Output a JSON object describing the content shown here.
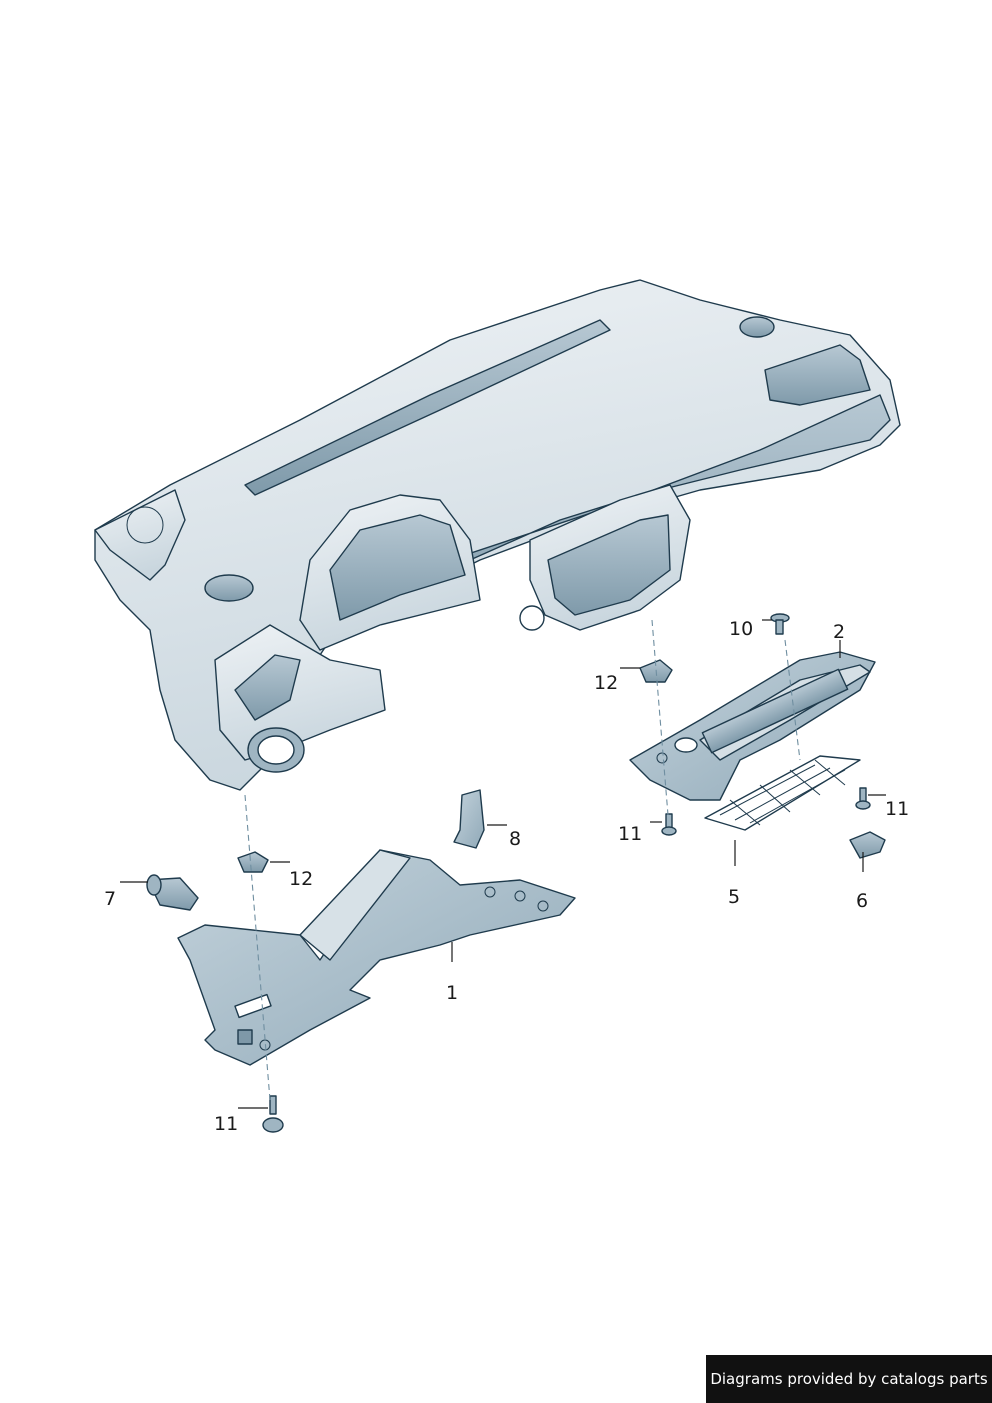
{
  "callouts": {
    "c1": "1",
    "c2": "2",
    "c5": "5",
    "c6": "6",
    "c7": "7",
    "c8": "8",
    "c10": "10",
    "c11a": "11",
    "c11b": "11",
    "c11c": "11",
    "c12a": "12",
    "c12b": "12"
  },
  "footer": {
    "text": "Diagrams provided by catalogs parts"
  },
  "colors": {
    "shell_light": "#e4eaee",
    "shell_mid": "#c3d0d8",
    "shell_dark": "#8ea6b4",
    "outline": "#1f3b4d"
  }
}
